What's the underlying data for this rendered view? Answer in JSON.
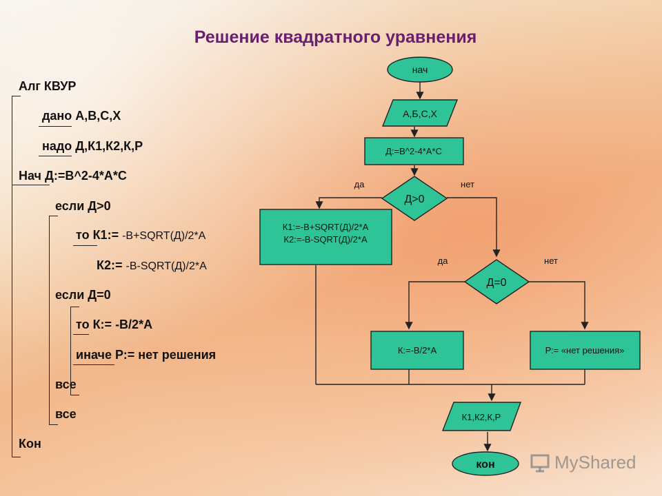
{
  "title": "Решение квадратного уравнения",
  "algorithm": {
    "lines": [
      {
        "bold": "Алг КВУР",
        "normal": ""
      },
      {
        "bold": "дано А,В,С,Х",
        "normal": ""
      },
      {
        "bold": "надо Д,К1,К2,К,Р",
        "normal": ""
      },
      {
        "bold": "Нач Д:=В^2-4*А*С",
        "normal": ""
      },
      {
        "bold": "если Д>0",
        "normal": ""
      },
      {
        "bold": "то К1:= ",
        "normal": "-B+SQRT(Д)/2*A"
      },
      {
        "bold": "К2:= ",
        "normal": "-B-SQRT(Д)/2*A"
      },
      {
        "bold": "если Д=0",
        "normal": ""
      },
      {
        "bold": "то К:= -В/2*А",
        "normal": ""
      },
      {
        "bold": "иначе Р:= нет решения",
        "normal": ""
      },
      {
        "bold": "все",
        "normal": ""
      },
      {
        "bold": "все",
        "normal": ""
      },
      {
        "bold": "Кон",
        "normal": ""
      }
    ]
  },
  "flowchart": {
    "start": "нач",
    "input": "А,Б,С,Х",
    "discriminant": "Д:=В^2-4*А*С",
    "cond1": "Д>0",
    "cond1_yes": "да",
    "cond1_no": "нет",
    "roots_line1": "К1:=-В+SQRT(Д)/2*А",
    "roots_line2": "К2:=-В-SQRT(Д)/2*А",
    "cond2": "Д=0",
    "cond2_yes": "да",
    "cond2_no": "нет",
    "single_root": "К:=-В/2*А",
    "no_solution": "Р:= «нет решения»",
    "output": "К1,К2,К,Р",
    "end": "кон"
  },
  "colors": {
    "block_fill": "#2fc497",
    "title": "#6a1e6e"
  },
  "watermark": "MyShared"
}
